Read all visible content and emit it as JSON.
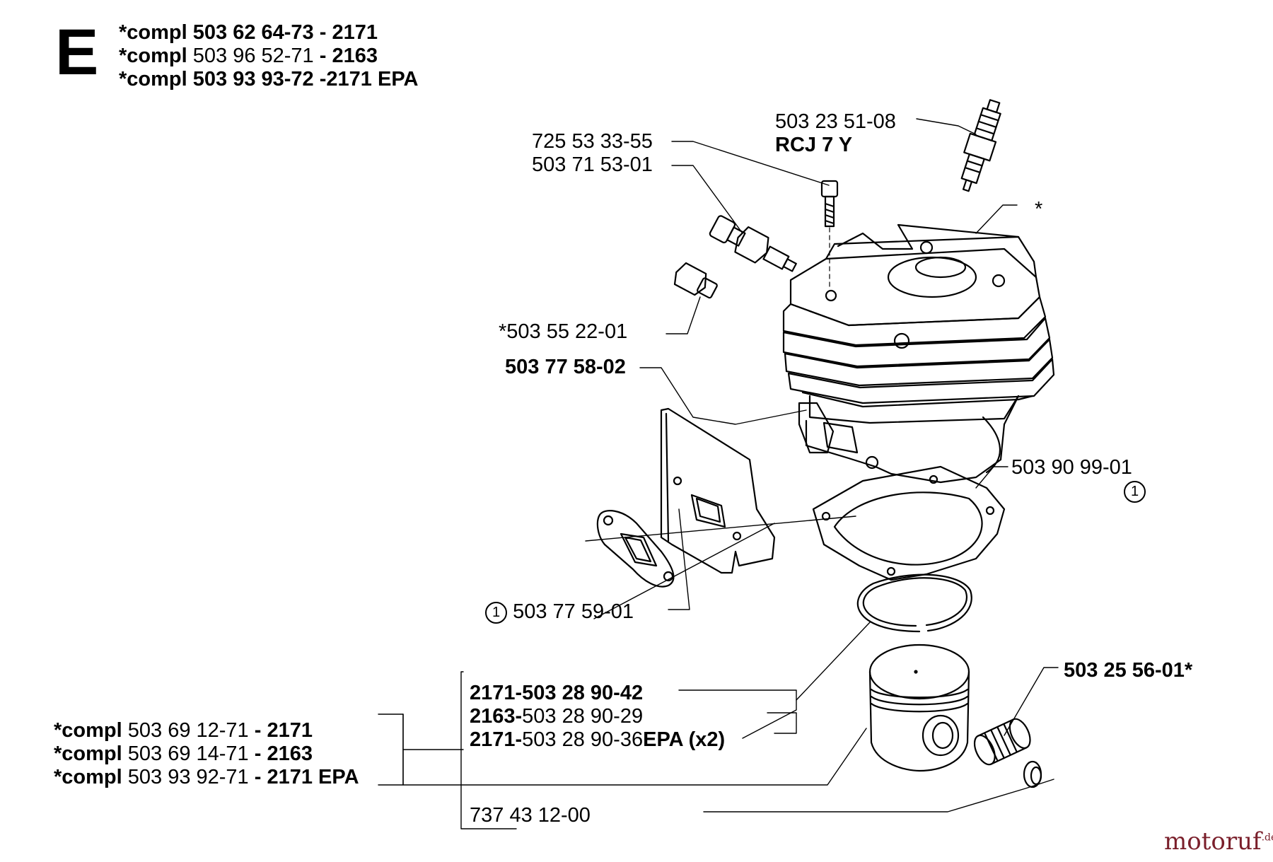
{
  "section": {
    "letter": "E"
  },
  "header_lines": [
    {
      "prefix": "*compl",
      "part": "503 62 64-73",
      "suffix": " - 2171"
    },
    {
      "prefix": "*compl",
      "part": "503 96 52-71",
      "suffix": " - 2163"
    },
    {
      "prefix": "*compl",
      "part": "503 93 93-72",
      "suffix": " -2171 EPA"
    }
  ],
  "callouts": {
    "spark_plug": {
      "part": "503 23 51-08",
      "type": "RCJ 7 Y"
    },
    "screw": "725 53 33-55",
    "decompression_valve": "503 71 53-01",
    "plug": "*503 55 22-01",
    "cylinder_mark": "*",
    "heat_shield": "503 77 58-02",
    "cylinder_gasket": {
      "part": "503 90 99-01",
      "note": "1"
    },
    "exhaust_gasket": {
      "note": "1",
      "part": "503 77 59-01"
    },
    "needle_bearing": "503 25 56-01*",
    "piston_ring_group": [
      {
        "model": "2171-",
        "part": "503 28 90-42",
        "suffix": ""
      },
      {
        "model": "2163-",
        "part": "503 28 90-29",
        "suffix": ""
      },
      {
        "model": "2171-",
        "part": "503 28 90-36",
        "suffix": "EPA (x2)"
      }
    ],
    "circlip": "737 43 12-00"
  },
  "piston_kits": [
    {
      "prefix": "*compl",
      "part": "503 69 12-71",
      "suffix": " - 2171"
    },
    {
      "prefix": "*compl",
      "part": "503 69 14-71",
      "suffix": " - 2163"
    },
    {
      "prefix": "*compl",
      "part": "503 93 92-71",
      "suffix": " - 2171 EPA"
    }
  ],
  "watermark": {
    "name": "motoruf",
    "tld": ".de"
  },
  "colors": {
    "ink": "#000000",
    "watermark": "#7a1f2b"
  }
}
